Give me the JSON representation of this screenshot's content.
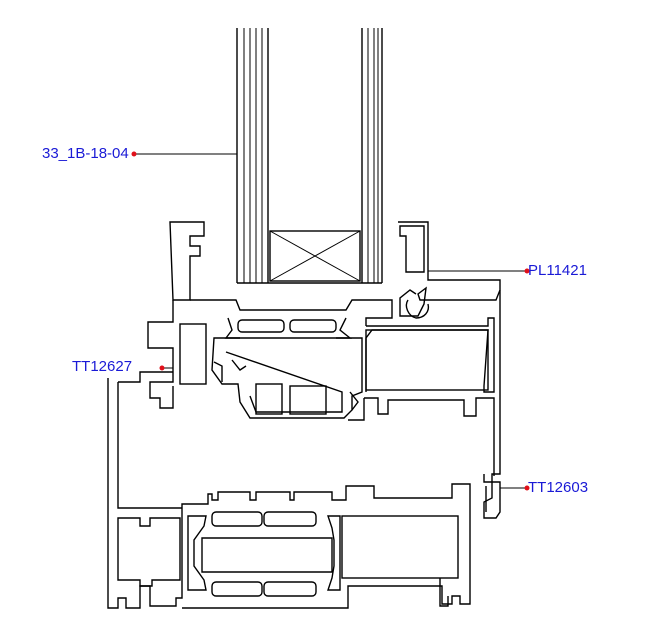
{
  "callouts": [
    {
      "id": "glass",
      "text": "33_1B-18-04"
    },
    {
      "id": "bead",
      "text": "PL11421"
    },
    {
      "id": "sash",
      "text": "TT12627"
    },
    {
      "id": "frame",
      "text": "TT12603"
    }
  ],
  "colors": {
    "label": "#1a1ad6",
    "marker": "#e0101a",
    "line": "#000000"
  }
}
